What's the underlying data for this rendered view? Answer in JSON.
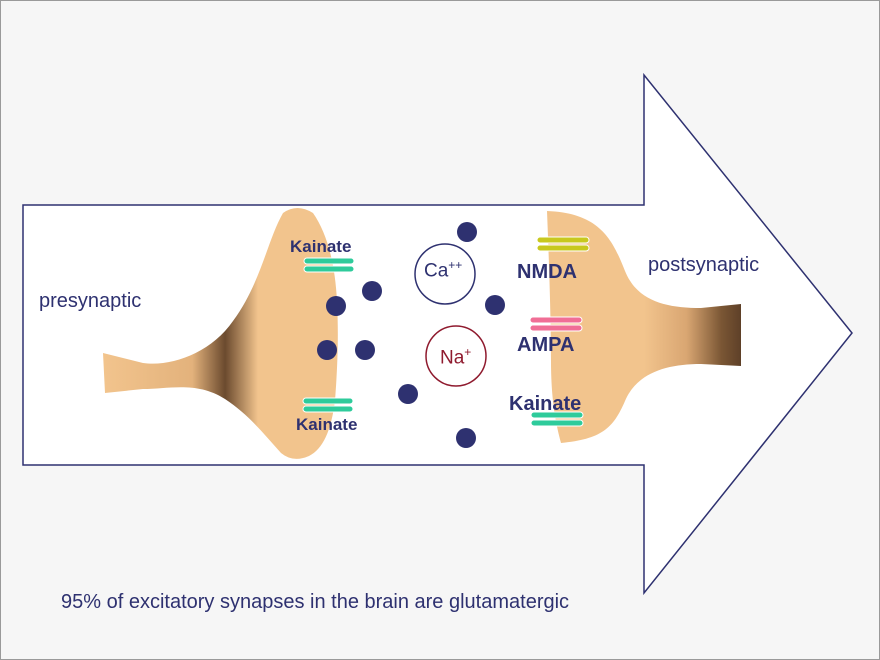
{
  "colors": {
    "outline": "#2e3170",
    "terminal": "#f2c48d",
    "terminal_shadow": "#6b4a2e",
    "glutamate": "#2e3170",
    "kainate_receptor": "#2ecb9b",
    "nmda_receptor": "#c8c81e",
    "ampa_receptor": "#f06e96",
    "sodium_ring": "#8f1a2e"
  },
  "labels": {
    "presynaptic": "presynaptic",
    "postsynaptic": "postsynaptic",
    "kainate_pre_top": "Kainate",
    "kainate_pre_bottom": "Kainate",
    "nmda": "NMDA",
    "ampa": "AMPA",
    "kainate_post": "Kainate",
    "calcium": "Ca",
    "calcium_charge": "++",
    "sodium": "Na",
    "sodium_charge": "+",
    "caption": "95% of excitatory synapses in the brain are glutamatergic"
  },
  "icons": [
    "glutamate-molecule-icon",
    "receptor-icon",
    "ion-channel-icon",
    "flow-arrow-icon"
  ]
}
